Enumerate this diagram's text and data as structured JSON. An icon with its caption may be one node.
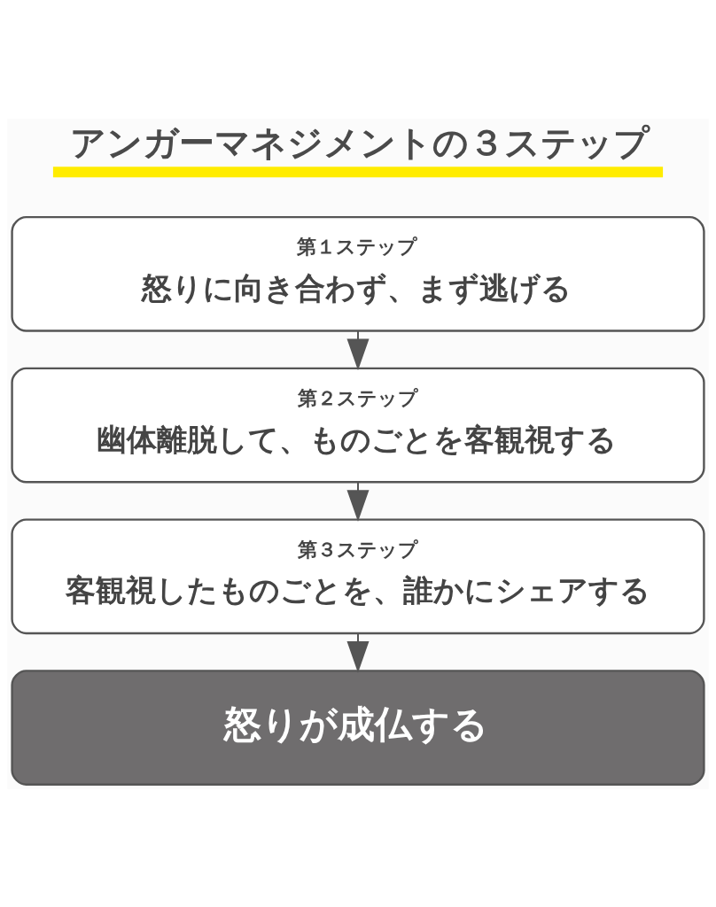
{
  "diagram": {
    "title": "アンガーマネジメントの３ステップ",
    "nodes": [
      {
        "text": [
          "第１ステップ",
          "怒りに向き合わず、まず逃げる"
        ]
      },
      {
        "text": [
          "第２ステップ",
          "幽体離脱して、ものごとを客観視する"
        ]
      },
      {
        "text": [
          "第３ステップ",
          "客観視したものごとを、誰かにシェアする"
        ]
      },
      {
        "text": [
          "怒りが成仏する"
        ]
      }
    ],
    "edges": [
      {
        "from": 0,
        "to": 1,
        "arrow": "to"
      },
      {
        "from": 1,
        "to": 2,
        "arrow": "to"
      },
      {
        "from": 2,
        "to": 3,
        "arrow": "to"
      }
    ]
  }
}
